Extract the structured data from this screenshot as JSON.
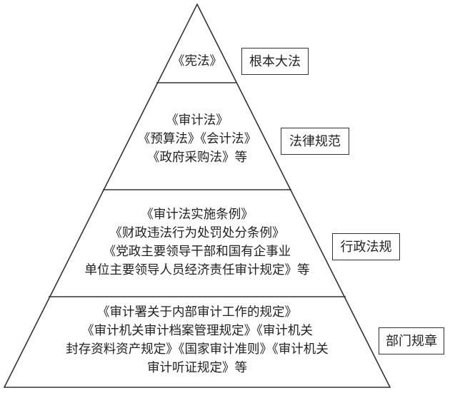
{
  "tiers": [
    {
      "lines": [
        "《宪法》"
      ],
      "label": "根本大法"
    },
    {
      "lines": [
        "《审计法》",
        "《预算法》《会计法》",
        "《政府采购法》等"
      ],
      "label": "法律规范"
    },
    {
      "lines": [
        "《审计法实施条例》",
        "《财政违法行为处罚处分条例》",
        "《党政主要领导干部和国有企事业",
        "单位主要领导人员经济责任审计规定》等"
      ],
      "label": "行政法规"
    },
    {
      "lines": [
        "《审计署关于内部审计工作的规定》",
        "《审计机关审计档案管理规定》《审计机关",
        "封存资料资产规定》《国家审计准则》《审计机关",
        "审计听证规定》等"
      ],
      "label": "部门规章"
    }
  ]
}
